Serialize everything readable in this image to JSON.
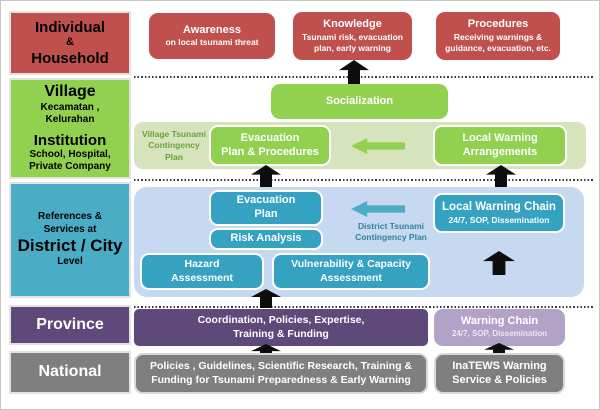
{
  "palette": {
    "red": "#c0504d",
    "green": "#92d050",
    "light_green": "#d7e3bc",
    "teal": "#4bacc6",
    "teal_box": "#35a2c2",
    "light_blue": "#c6d9f0",
    "purple": "#5f497a",
    "light_purple": "#b3a2c7",
    "gray": "#7f7f7f",
    "arrow_black": "#0d0d0d",
    "vtcp_text": "#67a33a",
    "dtcp_text": "#31849b"
  },
  "sidebar": {
    "individual": {
      "title1": "Individual",
      "amp": "&",
      "title2": "Household"
    },
    "village": {
      "title1": "Village",
      "sub1a": "Kecamatan ,",
      "sub1b": "Kelurahan",
      "title2": "Institution",
      "sub2a": "School, Hospital,",
      "sub2b": "Private Company"
    },
    "district": {
      "pre1": "References &",
      "pre2": "Services at",
      "title": "District / City",
      "post": "Level"
    },
    "province": {
      "title": "Province"
    },
    "national": {
      "title": "National"
    }
  },
  "individual_row": {
    "awareness": {
      "title": "Awareness",
      "sub1": "on local tsunami threat",
      "sub2": ""
    },
    "knowledge": {
      "title": "Knowledge",
      "sub1": "Tsunami risk, evacuation",
      "sub2": "plan, early warning"
    },
    "procedures": {
      "title": "Procedures",
      "sub1": "Receiving warnings &",
      "sub2": "guidance, evacuation, etc."
    }
  },
  "village_row": {
    "socialization": "Socialization",
    "contingency_label": {
      "line1": "Village Tsunami",
      "line2": "Contingency",
      "line3": "Plan"
    },
    "evacuation": {
      "line1": "Evacuation",
      "line2": "Plan & Procedures"
    },
    "local_warning": {
      "line1": "Local Warning",
      "line2": "Arrangements"
    }
  },
  "district_row": {
    "evacuation_plan": {
      "line1": "Evacuation",
      "line2": "Plan"
    },
    "risk_analysis": "Risk Analysis",
    "contingency_label": {
      "line1": "District Tsunami",
      "line2": "Contingency Plan"
    },
    "local_warning_chain": {
      "title": "Local Warning Chain",
      "sub": "24/7, SOP, Dissemination"
    },
    "hazard": {
      "line1": "Hazard",
      "line2": "Assessment"
    },
    "vulnerability": {
      "line1": "Vulnerability & Capacity",
      "line2": "Assessment"
    }
  },
  "province_row": {
    "coordination": {
      "line1": "Coordination, Policies, Expertise,",
      "line2": "Training & Funding"
    },
    "warning_chain": {
      "title": "Warning Chain",
      "sub": "24/7, SOP, Dissemination"
    }
  },
  "national_row": {
    "policies": {
      "line1": "Policies , Guidelines, Scientific Research, Training &",
      "line2": "Funding for Tsunami Preparedness & Early Warning"
    },
    "inatews": {
      "line1": "InaTEWS Warning",
      "line2": "Service & Policies"
    }
  }
}
